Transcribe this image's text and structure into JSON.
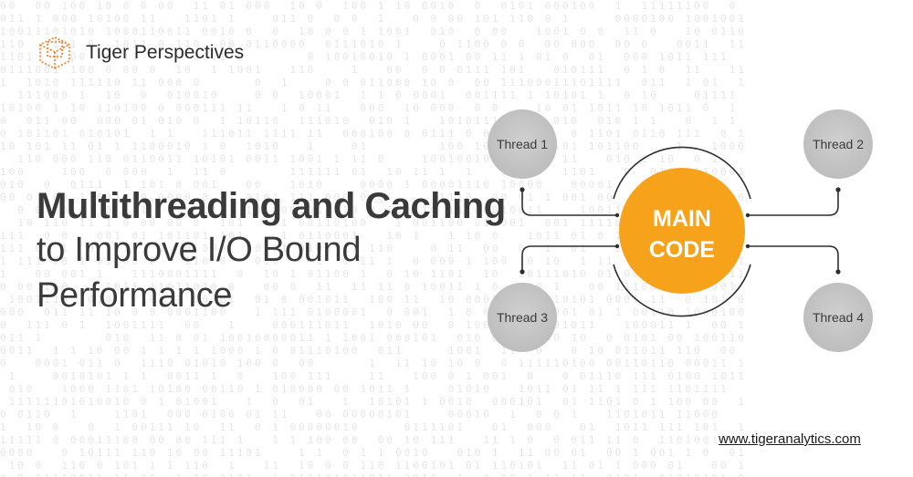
{
  "brand": {
    "name": "Tiger Perspectives",
    "logo_icon": "tiger-cube-icon",
    "accent_color": "#f47c20"
  },
  "headline": {
    "line1": "Multithreading and Caching",
    "line2": "to Improve I/O Bound",
    "line3": "Performance"
  },
  "diagram": {
    "main": {
      "line1": "MAIN",
      "line2": "CODE",
      "color": "#f7a21b"
    },
    "threads": [
      "Thread 1",
      "Thread 2",
      "Thread 3",
      "Thread 4"
    ],
    "thread_color": "#c4c4c4"
  },
  "footer": {
    "website": "www.tigeranalytics.com"
  }
}
